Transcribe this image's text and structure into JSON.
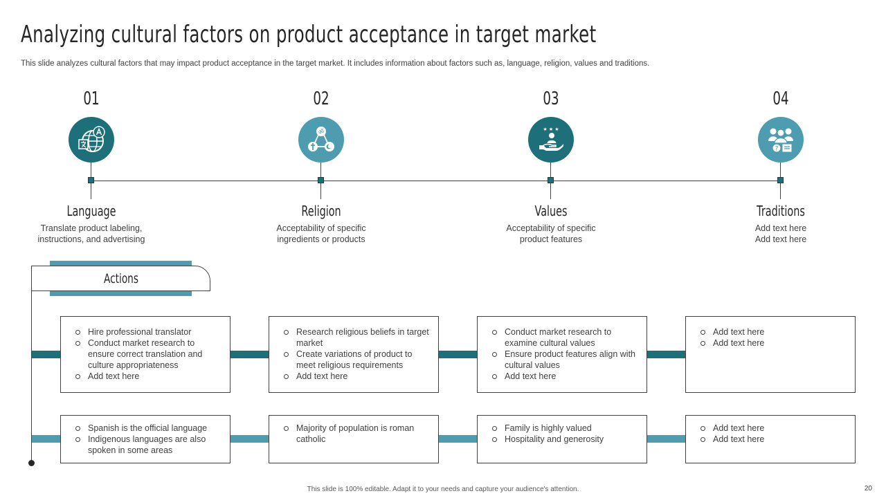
{
  "slide": {
    "title": "Analyzing cultural factors on product acceptance in target market",
    "subtitle": "This slide analyzes cultural factors that may impact product acceptance in the target market. It includes information about factors such as, language, religion, values and traditions."
  },
  "factors": [
    {
      "number": "01",
      "name": "Language",
      "description": "Translate product labeling,\ninstructions, and advertising",
      "icon": "language-globe-icon",
      "color": "#1d6f7a"
    },
    {
      "number": "02",
      "name": "Religion",
      "description": "Acceptability of specific\ningredients or products",
      "icon": "religion-symbols-icon",
      "color": "#4d9cb0"
    },
    {
      "number": "03",
      "name": "Values",
      "description": "Acceptability of specific\nproduct features",
      "icon": "values-hand-person-icon",
      "color": "#1d6f7a"
    },
    {
      "number": "04",
      "name": "Traditions",
      "description": "Add text here\nAdd text here",
      "icon": "traditions-group-icon",
      "color": "#4d9cb0"
    }
  ],
  "actions": {
    "label": "Actions",
    "row1": [
      [
        "Hire professional translator",
        "Conduct market research to ensure correct translation and culture appropriateness",
        "Add text here"
      ],
      [
        "Research religious beliefs in target market",
        "Create variations  of product to meet religious requirements",
        "Add text here"
      ],
      [
        "Conduct market research to examine cultural values",
        "Ensure product features align with cultural values",
        "Add text here"
      ],
      [
        "Add text here",
        "Add text here"
      ]
    ],
    "row2": [
      [
        "Spanish is the official language",
        "Indigenous languages are also spoken in some areas"
      ],
      [
        "Majority of population is roman catholic"
      ],
      [
        "Family is highly valued",
        "Hospitality and generosity"
      ],
      [
        "Add text here",
        "Add text here"
      ]
    ]
  },
  "colors": {
    "dark_teal": "#1d6f7a",
    "light_teal": "#4d9cb0"
  },
  "footer": {
    "note": "This slide is 100% editable. Adapt it to your needs and capture your audience's attention.",
    "page_number": "20"
  }
}
